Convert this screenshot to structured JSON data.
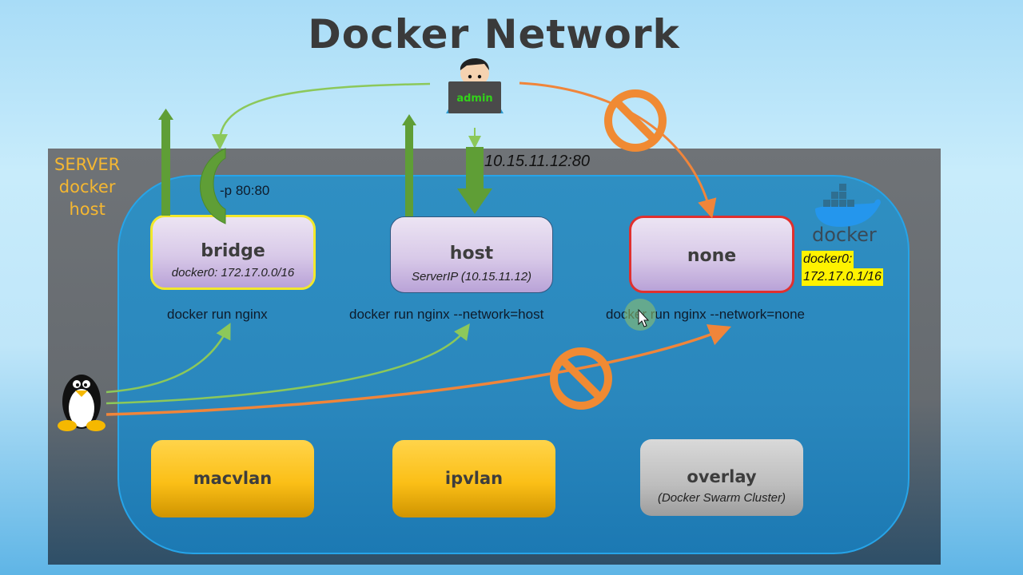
{
  "title": "Docker Network",
  "server_label": [
    "SERVER",
    "docker",
    "host"
  ],
  "admin": {
    "label": "admin"
  },
  "bridge_port_label": "-p 80:80",
  "host_port_label": "10.15.11.12:80",
  "networks": {
    "bridge": {
      "name": "bridge",
      "sub": "docker0: 172.17.0.0/16",
      "border_color": "#f2e82c",
      "command": "docker run nginx"
    },
    "host": {
      "name": "host",
      "sub": "ServerIP (10.15.11.12)",
      "command": "docker run nginx --network=host"
    },
    "none": {
      "name": "none",
      "command": "docker run nginx --network=none",
      "border_color": "#e0302e"
    },
    "macvlan": {
      "name": "macvlan"
    },
    "ipvlan": {
      "name": "ipvlan"
    },
    "overlay": {
      "name": "overlay",
      "sub": "(Docker Swarm Cluster)"
    }
  },
  "docker_logo": {
    "text": "docker"
  },
  "docker0_note": {
    "line1": "docker0:",
    "line2": "172.17.0.1/16",
    "highlight": "#fff200"
  },
  "colors": {
    "allowed_arrow": "#8cc85a",
    "blocked_arrow": "#f0853a",
    "port_arrow": "#5f9e36"
  }
}
